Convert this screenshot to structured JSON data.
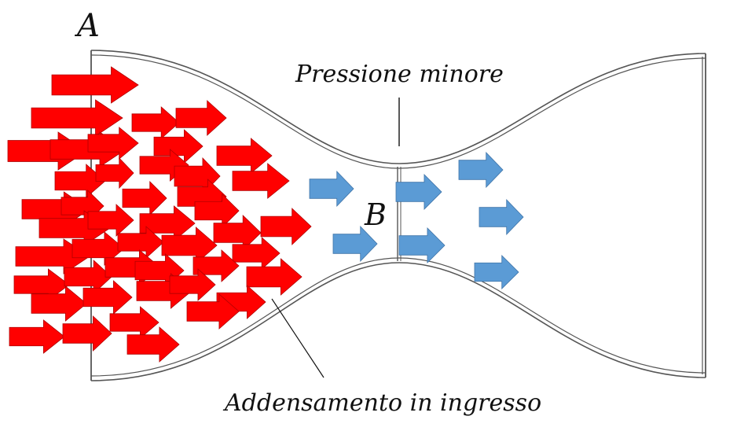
{
  "labels": {
    "point_a": "A",
    "point_b": "B",
    "low_pressure": "Pressione minore",
    "crowding": "Addensamento in ingresso"
  },
  "colors": {
    "dense_arrows": "#ff0000",
    "dense_arrow_stroke": "#b00000",
    "flow_arrows": "#5b9bd5",
    "flow_arrow_stroke": "#3f74a8",
    "pipe_wall": "#555555",
    "text": "#111111"
  },
  "flow_direction": "right"
}
